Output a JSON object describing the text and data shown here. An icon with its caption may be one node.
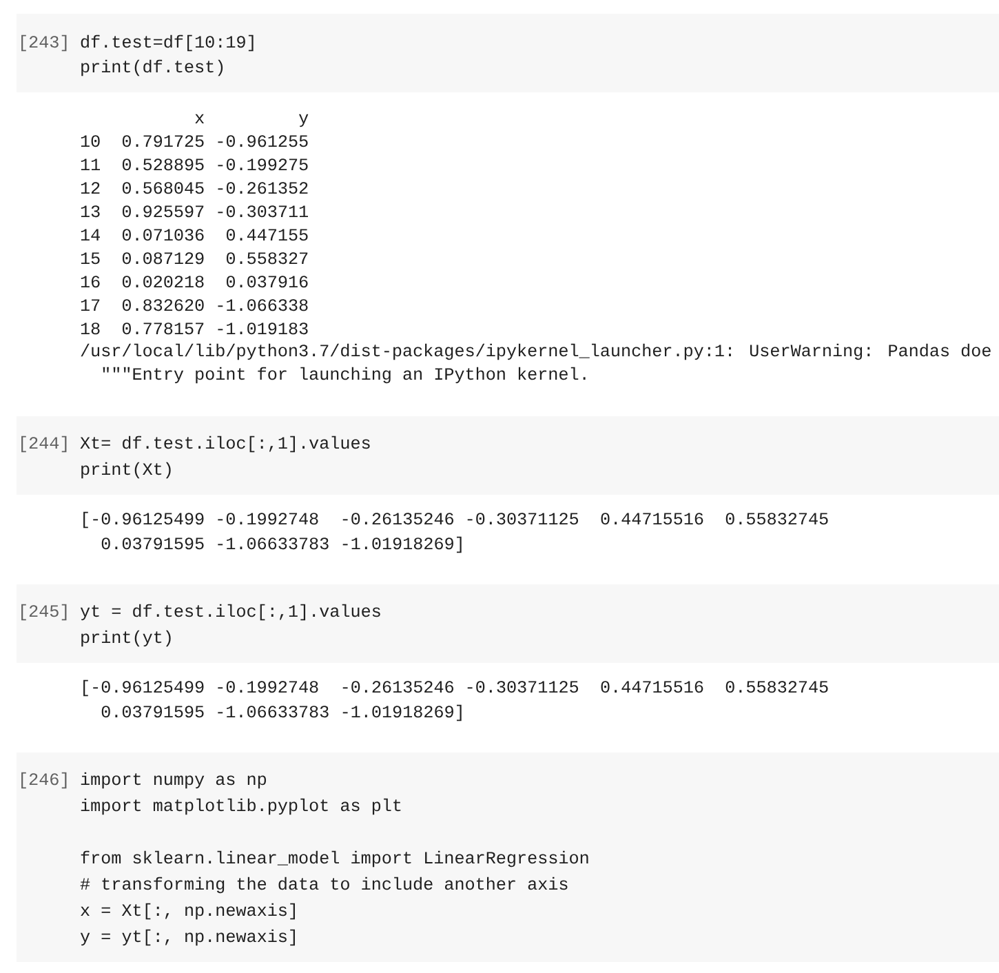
{
  "diagram": {
    "nodes": [
      {
        "text": [
          "[243]",
          "df.test=df[10:19]",
          "print(df.test)"
        ]
      },
      {
        "text": [
          "[244]",
          "Xt= df.test.iloc[:,1].values",
          "print(Xt)"
        ]
      },
      {
        "text": [
          "[245]",
          "yt = df.test.iloc[:,1].values",
          "print(yt)"
        ]
      },
      {
        "text": [
          "[246]",
          "import numpy as np",
          "import matplotlib.pyplot as plt",
          "from sklearn.linear_model import LinearRegression",
          "# transforming the data to include another axis",
          "x = Xt[:, np.newaxis]",
          "y = yt[:, np.newaxis]"
        ]
      }
    ],
    "labels": [
      "x",
      "y",
      "10",
      "0.791725",
      "-0.961255",
      "11",
      "0.528895",
      "-0.199275",
      "12",
      "0.568045",
      "-0.261352",
      "13",
      "0.925597",
      "-0.303711",
      "14",
      "0.071036",
      "0.447155",
      "15",
      "0.087129",
      "0.558327",
      "16",
      "0.020218",
      "0.037916",
      "17",
      "0.832620",
      "-1.066338",
      "18",
      "0.778157",
      "-1.019183",
      "/usr/local/lib/python3.7/dist-packages/ipykernel_launcher.py:1: UserWarning: Pandas doe",
      "\"\"\"Entry point for launching an IPython kernel.",
      "[-0.96125499",
      "-0.1992748",
      "-0.26135246",
      "-0.30371125",
      "0.44715516",
      "0.55832745",
      "0.03791595",
      "-1.06633783",
      "-1.01918269]",
      "[-0.96125499",
      "-0.1992748",
      "-0.26135246",
      "-0.30371125",
      "0.44715516",
      "0.55832745",
      "0.03791595",
      "-1.06633783",
      "-1.01918269]"
    ]
  }
}
